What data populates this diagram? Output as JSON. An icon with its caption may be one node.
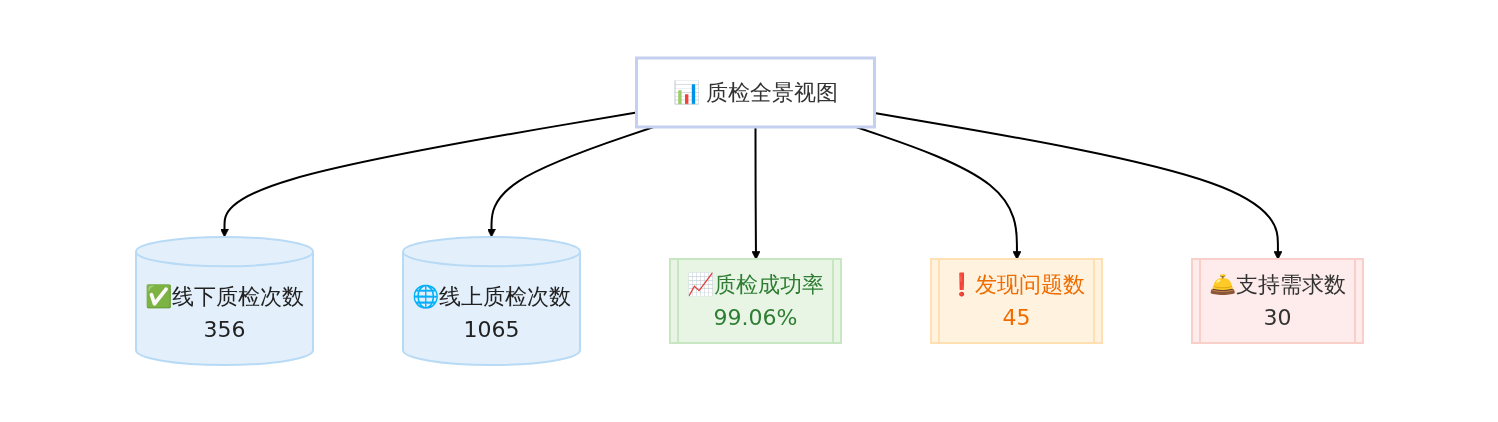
{
  "diagram": {
    "nodes": [
      {
        "text": [
          "📊 质检全景视图"
        ]
      },
      {
        "text": [
          "✅线下质检次数",
          "356"
        ]
      },
      {
        "text": [
          "🌐线上质检次数",
          "1065"
        ]
      },
      {
        "text": [
          "📈质检成功率",
          "99.06%"
        ]
      },
      {
        "text": [
          "❗发现问题数",
          "45"
        ]
      },
      {
        "text": [
          "🛎️支持需求数",
          "30"
        ]
      }
    ],
    "edges": [
      {
        "from": 0,
        "to": 1,
        "arrow": "to"
      },
      {
        "from": 0,
        "to": 2,
        "arrow": "to"
      },
      {
        "from": 0,
        "to": 3,
        "arrow": "to"
      },
      {
        "from": 0,
        "to": 4,
        "arrow": "to"
      },
      {
        "from": 0,
        "to": 5,
        "arrow": "to"
      }
    ]
  }
}
